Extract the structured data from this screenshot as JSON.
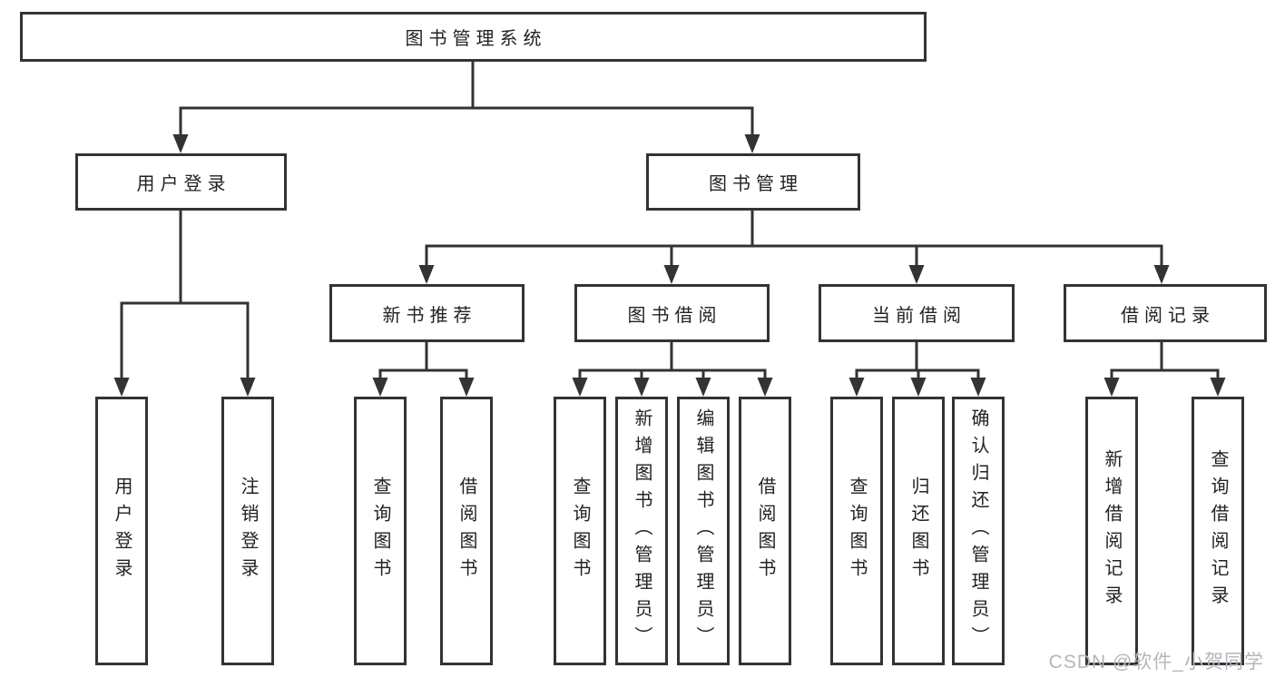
{
  "colors": {
    "line": "#333333",
    "box_border": "#333333",
    "box_fill": "#ffffff",
    "text": "#222222",
    "background": "#ffffff",
    "watermark": "#b3b6bb"
  },
  "watermark": "CSDN @软件_小贺同学",
  "tree": {
    "label": "图书管理系统",
    "children": [
      {
        "label": "用户登录",
        "children": [
          {
            "label": "用户登录"
          },
          {
            "label": "注销登录"
          }
        ]
      },
      {
        "label": "图书管理",
        "children": [
          {
            "label": "新书推荐",
            "children": [
              {
                "label": "查询图书"
              },
              {
                "label": "借阅图书"
              }
            ]
          },
          {
            "label": "图书借阅",
            "children": [
              {
                "label": "查询图书"
              },
              {
                "label": "新增图书（管理员）"
              },
              {
                "label": "编辑图书（管理员）"
              },
              {
                "label": "借阅图书"
              }
            ]
          },
          {
            "label": "当前借阅",
            "children": [
              {
                "label": "查询图书"
              },
              {
                "label": "归还图书"
              },
              {
                "label": "确认归还（管理员）"
              }
            ]
          },
          {
            "label": "借阅记录",
            "children": [
              {
                "label": "新增借阅记录"
              },
              {
                "label": "查询借阅记录"
              }
            ]
          }
        ]
      }
    ]
  }
}
